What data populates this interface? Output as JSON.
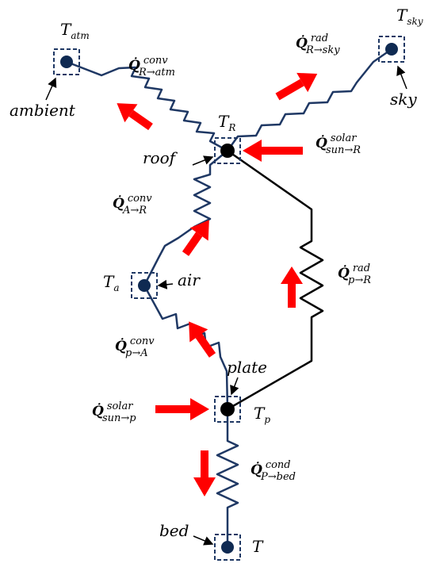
{
  "nodes": {
    "atm": {
      "T_main": "T",
      "T_sub": "atm",
      "label": "ambient"
    },
    "sky": {
      "T_main": "T",
      "T_sub": "sky",
      "label": "sky"
    },
    "roof": {
      "T_main": "T",
      "T_sub": "R",
      "label": "roof"
    },
    "air": {
      "T_main": "T",
      "T_sub": "a",
      "label": "air"
    },
    "plate": {
      "T_main": "T",
      "T_sub": "p",
      "label": "plate"
    },
    "bed": {
      "T_main": "T",
      "T_sub": "",
      "label": "bed"
    }
  },
  "flows": {
    "conv_R_atm": {
      "q": "Q̇",
      "sup": "conv",
      "sub": "R→atm"
    },
    "rad_R_sky": {
      "q": "Q̇",
      "sup": "rad",
      "sub": "R→sky"
    },
    "solar_sun_R": {
      "q": "Q̇",
      "sup": "solar",
      "sub": "sun→R"
    },
    "conv_A_R": {
      "q": "Q̇",
      "sup": "conv",
      "sub": "A→R"
    },
    "rad_p_R": {
      "q": "Q̇",
      "sup": "rad",
      "sub": "p→R"
    },
    "conv_p_A": {
      "q": "Q̇",
      "sup": "conv",
      "sub": "p→A"
    },
    "solar_sun_p": {
      "q": "Q̇",
      "sup": "solar",
      "sub": "sun→p"
    },
    "cond_P_bed": {
      "q": "Q̇",
      "sup": "cond",
      "sub": "P→bed"
    }
  },
  "colors": {
    "wire": "#1f3864",
    "node": "#0f2a52",
    "arrow": "#ff0000"
  }
}
